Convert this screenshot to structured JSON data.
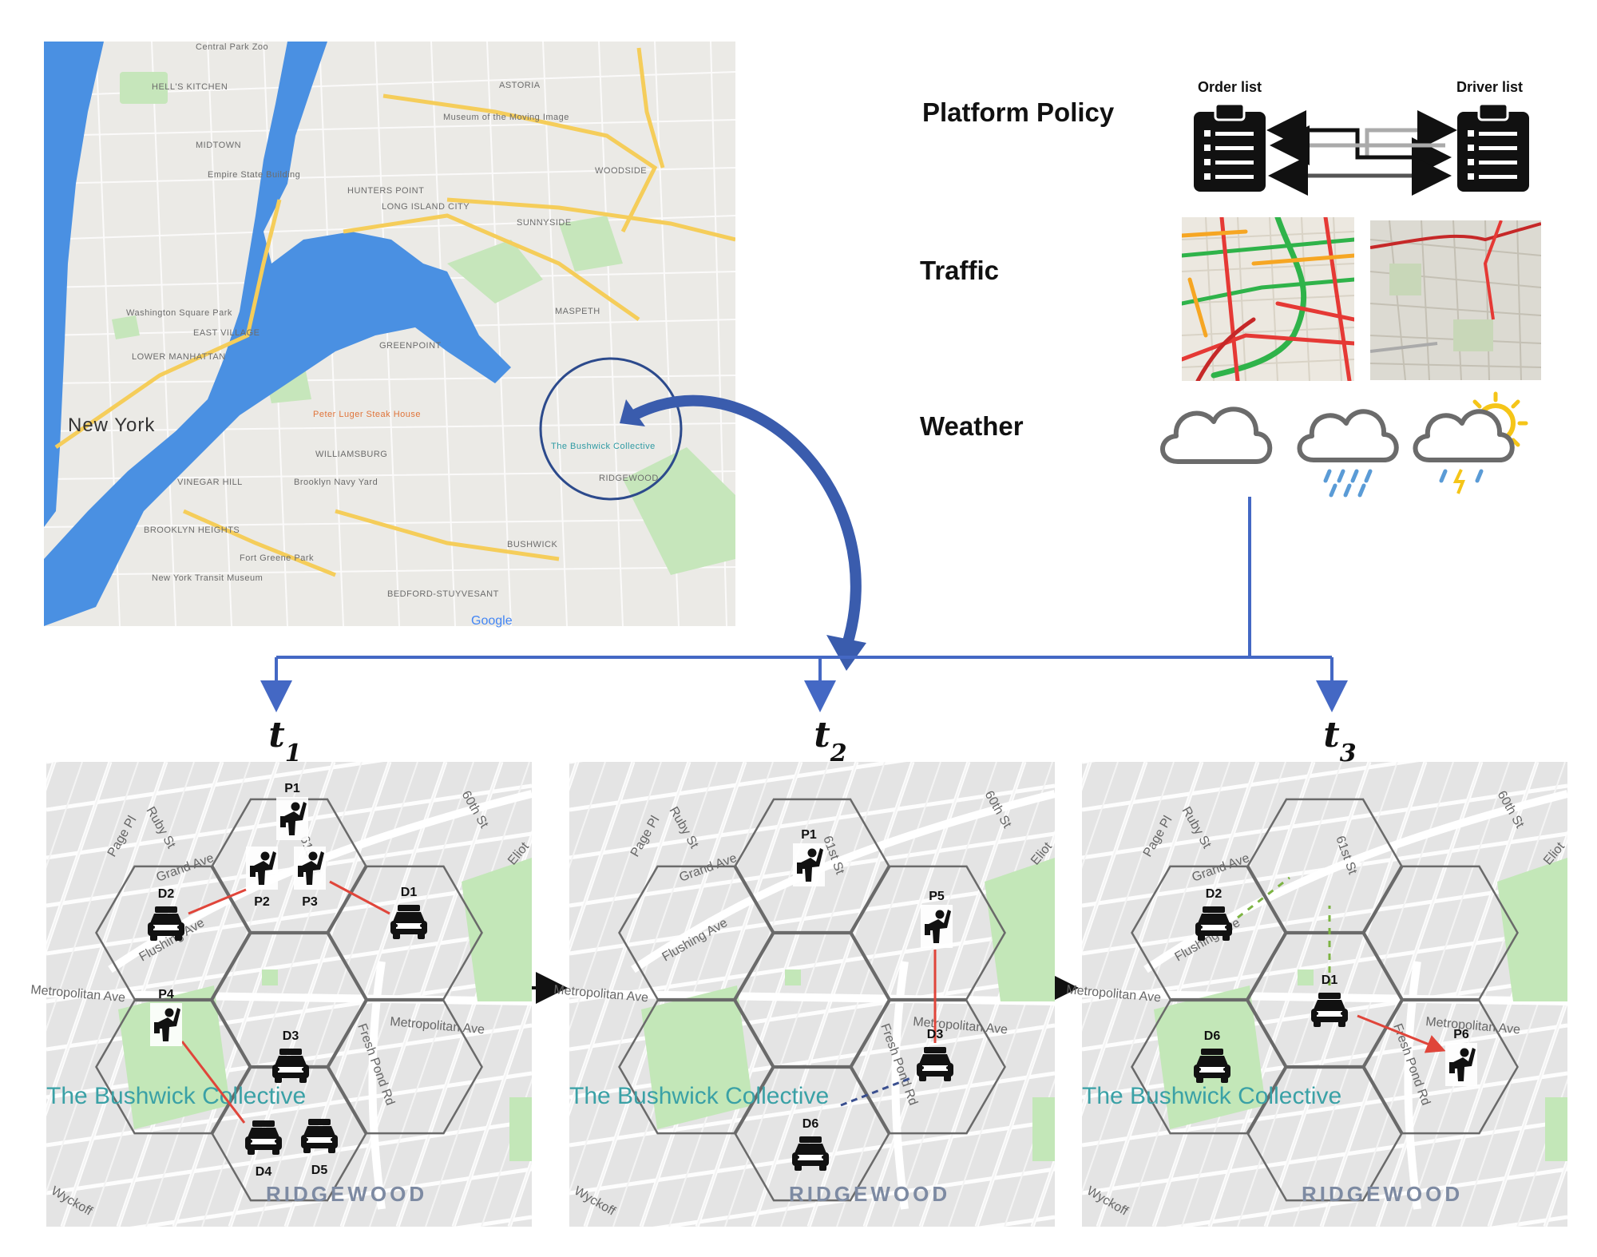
{
  "overview_map": {
    "places": [
      {
        "text": "New York",
        "big": true
      },
      {
        "text": "HELL'S KITCHEN"
      },
      {
        "text": "MIDTOWN"
      },
      {
        "text": "ASTORIA"
      },
      {
        "text": "Central Park Zoo"
      },
      {
        "text": "Museum of the Moving Image"
      },
      {
        "text": "Empire State Building"
      },
      {
        "text": "HUNTERS POINT"
      },
      {
        "text": "LONG ISLAND CITY"
      },
      {
        "text": "SUNNYSIDE"
      },
      {
        "text": "WOODSIDE"
      },
      {
        "text": "Washington Square Park"
      },
      {
        "text": "EAST VILLAGE"
      },
      {
        "text": "LOWER MANHATTAN"
      },
      {
        "text": "GREENPOINT"
      },
      {
        "text": "MASPETH"
      },
      {
        "text": "WILLIAMSBURG"
      },
      {
        "text": "Peter Luger Steak House"
      },
      {
        "text": "Brooklyn Navy Yard"
      },
      {
        "text": "VINEGAR HILL"
      },
      {
        "text": "BROOKLYN HEIGHTS"
      },
      {
        "text": "Fort Greene Park"
      },
      {
        "text": "BEDFORD-STUYVESANT"
      },
      {
        "text": "BUSHWICK"
      },
      {
        "text": "RIDGEWOOD"
      },
      {
        "text": "The Bushwick Collective"
      },
      {
        "text": "New York Transit Museum"
      }
    ],
    "google": "Google"
  },
  "side_panel": {
    "platform_policy": {
      "label": "Platform Policy",
      "order_list": "Order list",
      "driver_list": "Driver list"
    },
    "traffic": {
      "label": "Traffic"
    },
    "weather": {
      "label": "Weather",
      "icons": [
        "cloud-icon",
        "rain-cloud-icon",
        "sun-storm-cloud-icon"
      ]
    }
  },
  "timeline": [
    {
      "t": "t",
      "sub": "1"
    },
    {
      "t": "t",
      "sub": "2"
    },
    {
      "t": "t",
      "sub": "3"
    }
  ],
  "panel_common": {
    "streets": {
      "page": "Page Pl",
      "ruby": "Ruby St",
      "grand": "Grand Ave",
      "flushing": "Flushing Ave",
      "sixtieth": "60th St",
      "eliot": "Eliot",
      "metropolitan_left": "Metropolitan Ave",
      "metropolitan": "Metropolitan Ave",
      "fresh_pond": "Fresh Pond Rd",
      "sixty_first": "61st St",
      "wyckoff": "Wyckoff"
    },
    "collective": "The Bushwick Collective",
    "neighborhood": "RIDGEWOOD"
  },
  "panels": [
    {
      "entities": [
        {
          "id": "P1",
          "kind": "passenger"
        },
        {
          "id": "P2",
          "kind": "passenger"
        },
        {
          "id": "P3",
          "kind": "passenger"
        },
        {
          "id": "P4",
          "kind": "passenger"
        },
        {
          "id": "D1",
          "kind": "driver"
        },
        {
          "id": "D2",
          "kind": "driver"
        },
        {
          "id": "D3",
          "kind": "driver"
        },
        {
          "id": "D4",
          "kind": "driver"
        },
        {
          "id": "D5",
          "kind": "driver"
        }
      ]
    },
    {
      "entities": [
        {
          "id": "P1",
          "kind": "passenger"
        },
        {
          "id": "P5",
          "kind": "passenger"
        },
        {
          "id": "D3",
          "kind": "driver"
        },
        {
          "id": "D6",
          "kind": "driver"
        }
      ]
    },
    {
      "entities": [
        {
          "id": "D2",
          "kind": "driver"
        },
        {
          "id": "D1",
          "kind": "driver"
        },
        {
          "id": "D6",
          "kind": "driver"
        },
        {
          "id": "P6",
          "kind": "passenger"
        }
      ]
    }
  ],
  "colors": {
    "flow_arrow": "#3a5cad",
    "connector": "#4468c4",
    "match_line": "#e0453a",
    "route_dashed": "#3a4f8f",
    "green_dashed": "#7cb342",
    "water": "#4a90e2",
    "park": "#bfe3b4",
    "highway": "#f8d66b",
    "map_bg": "#ebeae6"
  }
}
